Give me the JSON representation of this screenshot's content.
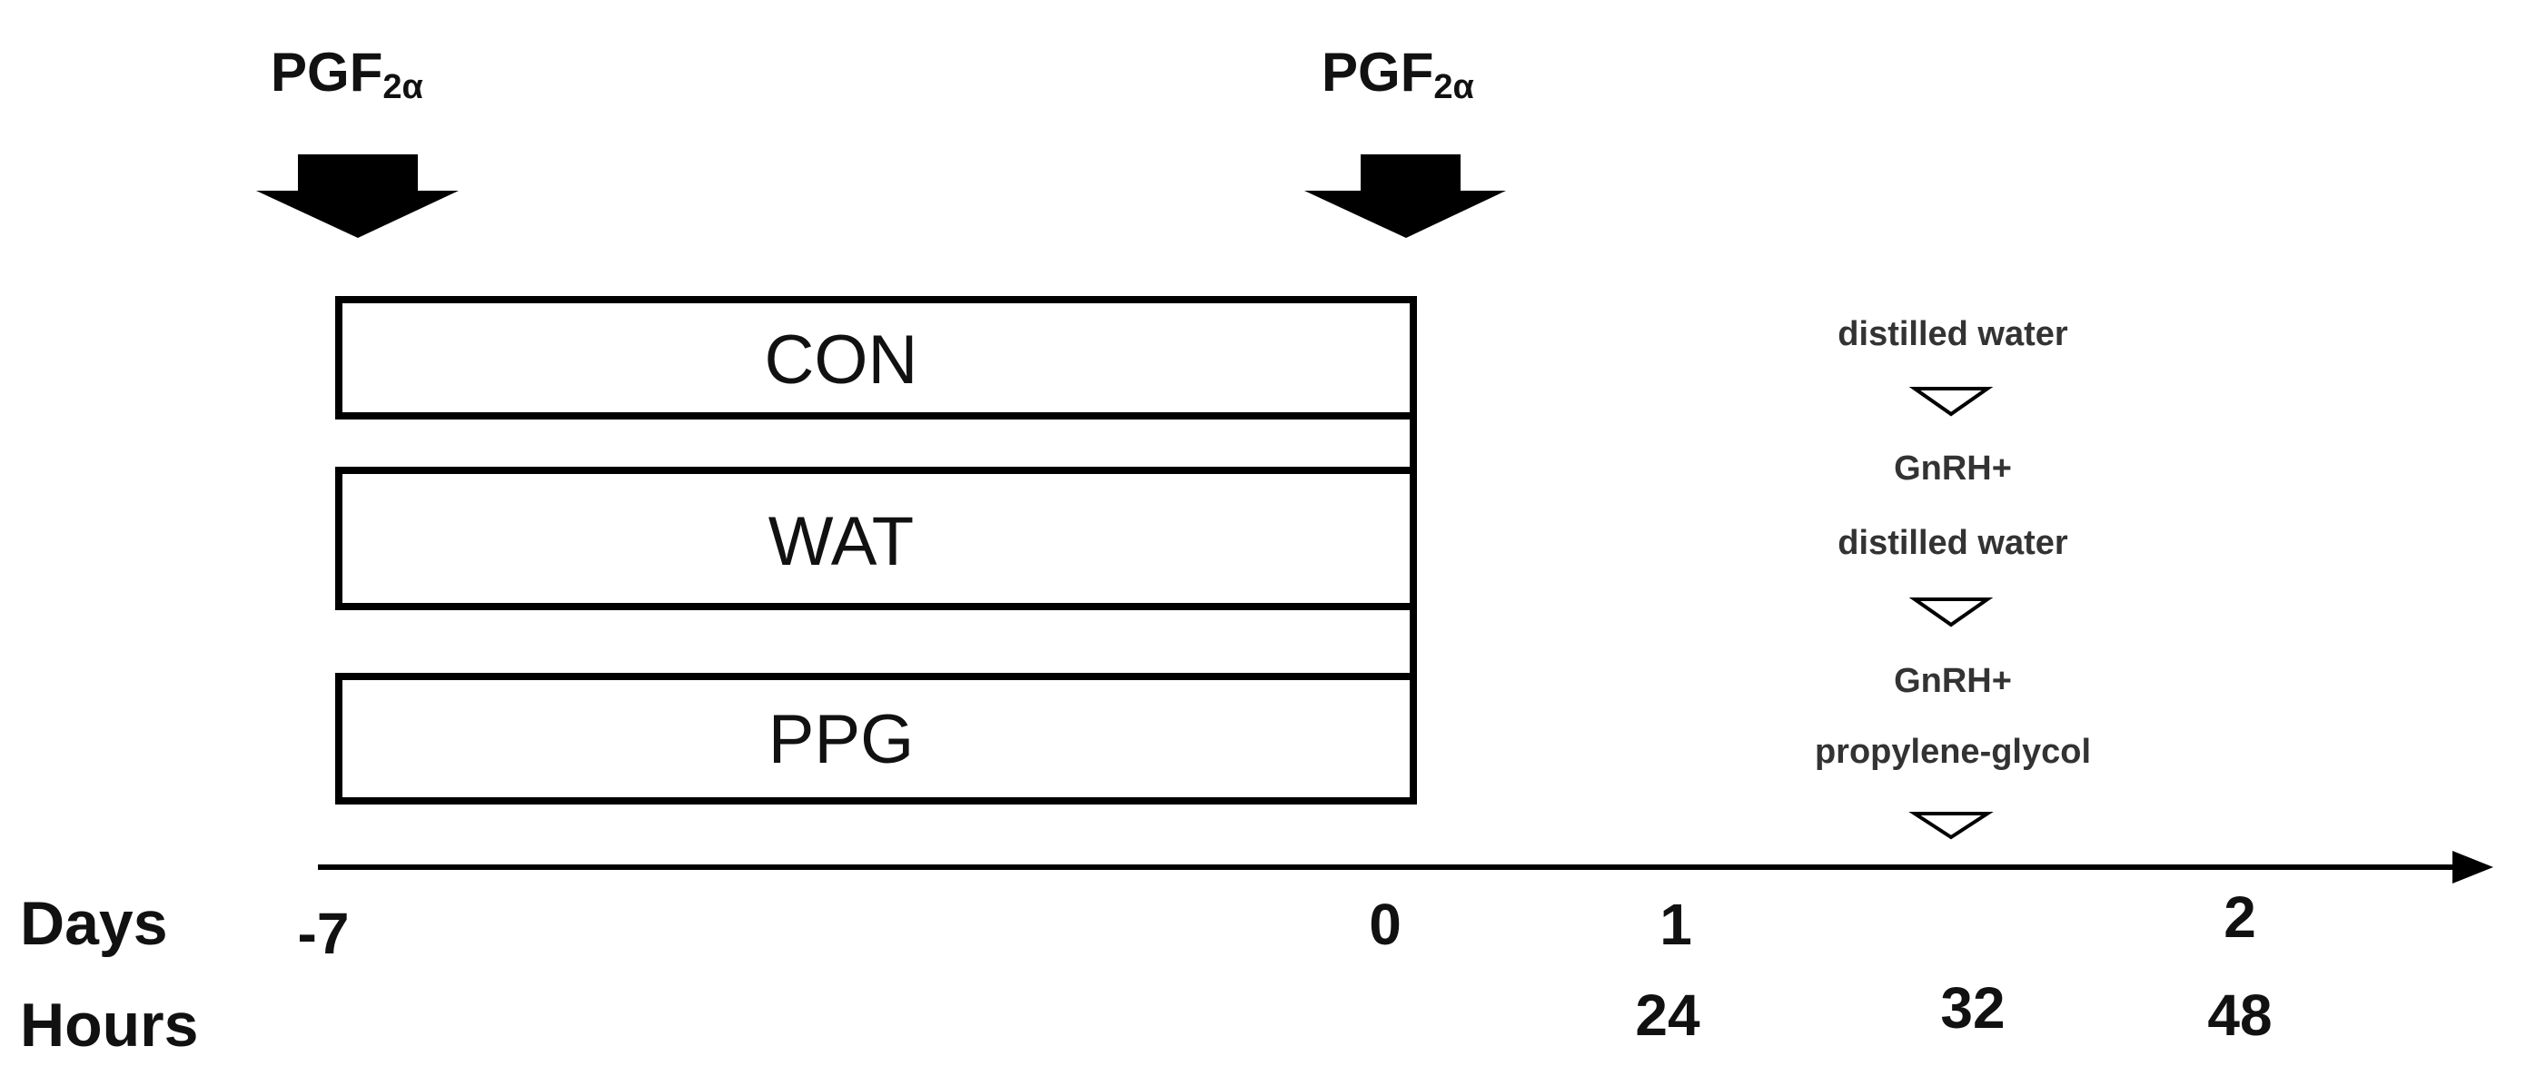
{
  "injections": {
    "left": {
      "main": "PGF",
      "sub": "2α"
    },
    "right": {
      "main": "PGF",
      "sub": "2α"
    }
  },
  "groups": [
    "CON",
    "WAT",
    "PPG"
  ],
  "treatments": [
    {
      "line1": "distilled water",
      "line2": ""
    },
    {
      "line1": "GnRH+",
      "line2": "distilled water"
    },
    {
      "line1": "GnRH+",
      "line2": "propylene-glycol"
    }
  ],
  "axis": {
    "days_label": "Days",
    "hours_label": "Hours",
    "days_ticks": [
      "-7",
      "0",
      "1",
      "2"
    ],
    "hours_ticks": [
      "24",
      "32",
      "48"
    ]
  },
  "colors": {
    "ink": "#000000",
    "text": "#111111",
    "treatment_text": "#333333"
  }
}
